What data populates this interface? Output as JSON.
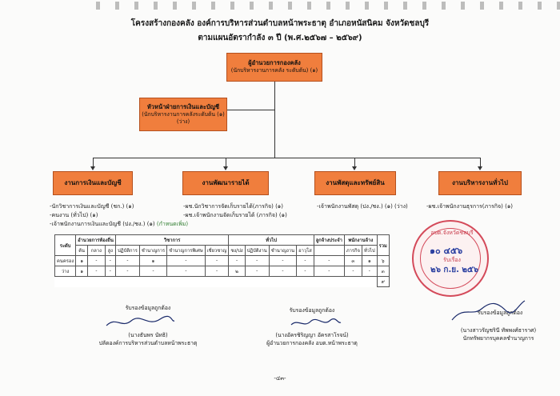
{
  "header": {
    "line1": "โครงสร้างกองคลัง องค์การบริหารส่วนตำบลหน้าพระธาตุ  อำเภอหนัสนิคม  จังหวัดชลบุรี",
    "line2": "ตามแผนอัตรากำลัง ๓ ปี  (พ.ศ.๒๕๖๗ – ๒๕๖๙)"
  },
  "org": {
    "director": {
      "title": "ผู้อำนวยการกองคลัง",
      "sub": "(นักบริหารงานการคลัง ระดับต้น) (๑)"
    },
    "head": {
      "title": "หัวหน้าฝ่ายการเงินและบัญชี",
      "sub": "(นักบริหารงานการคลังระดับต้น (๑)",
      "sub2": "(ว่าง)"
    },
    "units": [
      {
        "title": "งานการเงินและบัญชี"
      },
      {
        "title": "งานพัฒนารายได้"
      },
      {
        "title": "งานพัสดุและทรัพย์สิน"
      },
      {
        "title": "งานบริหารงานทั่วไป"
      }
    ]
  },
  "lists": {
    "finance": [
      "-นักวิชาการเงินและบัญชี (ชก.) (๑)",
      "-คนงาน (ทั่วไป) (๑)",
      "-เจ้าพนักงานการเงินและบัญชี (ปง./ชง.) (๑)"
    ],
    "finance_note": "(กำหนดเพิ่ม)",
    "revenue": [
      "-ผช.นักวิชาการจัดเก็บรายได้(ภารกิจ) (๑)",
      "-ผช.เจ้าพนักงานจัดเก็บรายได้ (ภารกิจ) (๑)"
    ],
    "supply": [
      "-เจ้าพนักงานพัสดุ (ปง./ชง.) (๑) (ว่าง)"
    ],
    "general": [
      "-ผช.เจ้าพนักงานธุรการ(ภารกิจ) (๑)"
    ]
  },
  "table": {
    "h_level": "ระดับ",
    "h_exec": "อำนวยการท้องถิ่น",
    "h_academic": "วิชาการ",
    "h_general": "ทั่วไป",
    "h_employee": "ลูกจ้างประจำ",
    "h_staff": "พนักงานจ้าง",
    "h_total": "รวม",
    "sub": [
      "ต้น",
      "กลาง",
      "สูง",
      "ปฏิบัติการ",
      "ชำนาญการ",
      "ชำนาญการพิเศษ",
      "เชี่ยวชาญ",
      "ชง/ปง",
      "ปฏิบัติงาน",
      "ชำนาญงาน",
      "อาวุโส",
      "",
      "ภารกิจ",
      "ทั่วไป",
      ""
    ],
    "rows": [
      {
        "label": "คนครอง",
        "cells": [
          "๑",
          "-",
          "-",
          "-",
          "๑",
          "-",
          "-",
          "-",
          "-",
          "-",
          "-",
          "-",
          "๓",
          "๑",
          "๖"
        ]
      },
      {
        "label": "ว่าง",
        "cells": [
          "๑",
          "-",
          "-",
          "-",
          "-",
          "-",
          "-",
          "๒",
          "-",
          "-",
          "-",
          "-",
          "-",
          "-",
          "๓"
        ]
      }
    ],
    "grand_total": "๙"
  },
  "stamp": {
    "org": "อบต.จังหวัดชลบุรี",
    "number": "๑๐ ๔๕๖",
    "received": "รับเรื่อง",
    "date": "๒๖ ก.ย. ๒๕๖"
  },
  "signatures": {
    "left": {
      "certify": "รับรองข้อมูลถูกต้อง",
      "name": "(นางธันพร  นัทธิ)",
      "position": "ปลัดองค์การบริหารส่วนตำบลหน้าพระธาตุ"
    },
    "center": {
      "certify": "รับรองข้อมูลถูกต้อง",
      "name": "(นางอัครชิริญญา  อัครสาโรจน์)",
      "position": "ผู้อำนวยการกองคลัง อบต.หน้าพระธาตุ"
    },
    "right": {
      "certify": "รับรองข้อมูลถูกต้อง",
      "name": "(นางสาวรัญชรินี ทัพพงศ์ธาราศ)",
      "position": "นักทรัพยากรบุคคลชำนาญการ"
    }
  },
  "page_number": "-๔๓-"
}
